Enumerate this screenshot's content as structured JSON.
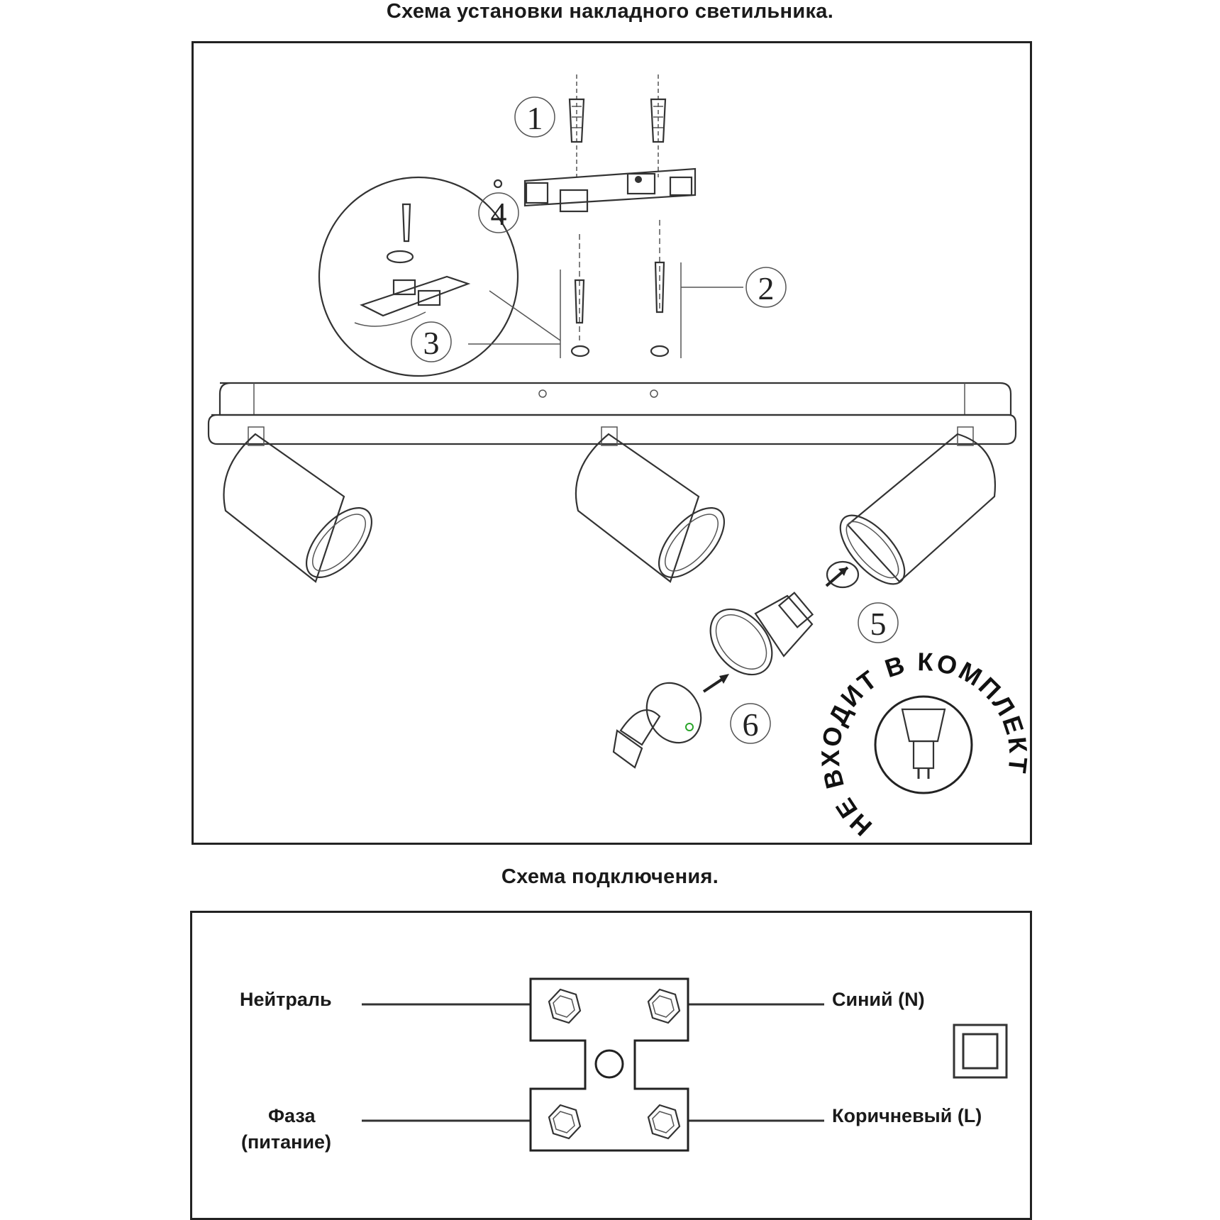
{
  "titles": {
    "installation": "Схема установки накладного светильника.",
    "wiring": "Схема подключения."
  },
  "installation": {
    "callouts": [
      "1",
      "2",
      "3",
      "4",
      "5",
      "6"
    ],
    "stamp_text": "НЕ ВХОДИТ В КОМПЛЕКТ",
    "icons": [
      "wall-plug-icon",
      "screw-icon",
      "mounting-plate-icon",
      "detail-magnifier-icon",
      "spotlight-icon",
      "gu10-bulb-icon",
      "rotate-arrow-icon"
    ]
  },
  "wiring": {
    "left_top": "Нейтраль",
    "left_bottom_line1": "Фаза",
    "left_bottom_line2": "(питание)",
    "right_top": "Синий (N)",
    "right_bottom": "Коричневый (L)",
    "icons": [
      "terminal-block-icon",
      "double-insulation-icon"
    ]
  }
}
